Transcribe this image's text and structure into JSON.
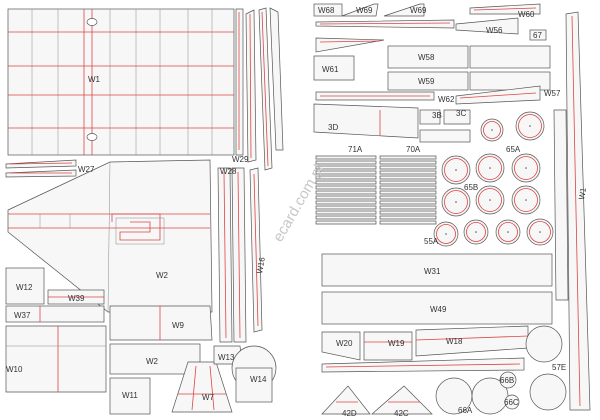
{
  "watermark": "ecard.com.pl",
  "labels": {
    "W1": "W1",
    "W1b": "W1",
    "W2": "W2",
    "W2b": "W2",
    "W9": "W9",
    "W10": "W10",
    "W11": "W11",
    "W12": "W12",
    "W13": "W13",
    "W14": "W14",
    "W18": "W18",
    "W19": "W19",
    "W20": "W20",
    "W27": "W27",
    "W28": "W28",
    "W29": "W29",
    "W31": "W31",
    "W37": "W37",
    "W39": "W39",
    "W49": "W49",
    "W56": "W56",
    "W57": "W57",
    "W58": "W58",
    "W59": "W59",
    "W60": "W60",
    "W61": "W61",
    "W62": "W62",
    "W68": "W68",
    "W69a": "W69",
    "W69b": "W69",
    "W7": "W7",
    "W16": "W16",
    "L3B": "3B",
    "L3C": "3C",
    "L3D": "3D",
    "L42C": "42C",
    "L42D": "42D",
    "L55A": "55A",
    "L57E": "57E",
    "L65A": "65A",
    "L65B": "65B",
    "L66A": "66A",
    "L66B": "66B",
    "L66C": "66C",
    "L67": "67",
    "L70A": "70A",
    "L71A": "71A"
  },
  "colors": {
    "cut_line": "#555555",
    "fold_line": "#dd4444",
    "fill_red": "#f3c3c3"
  }
}
